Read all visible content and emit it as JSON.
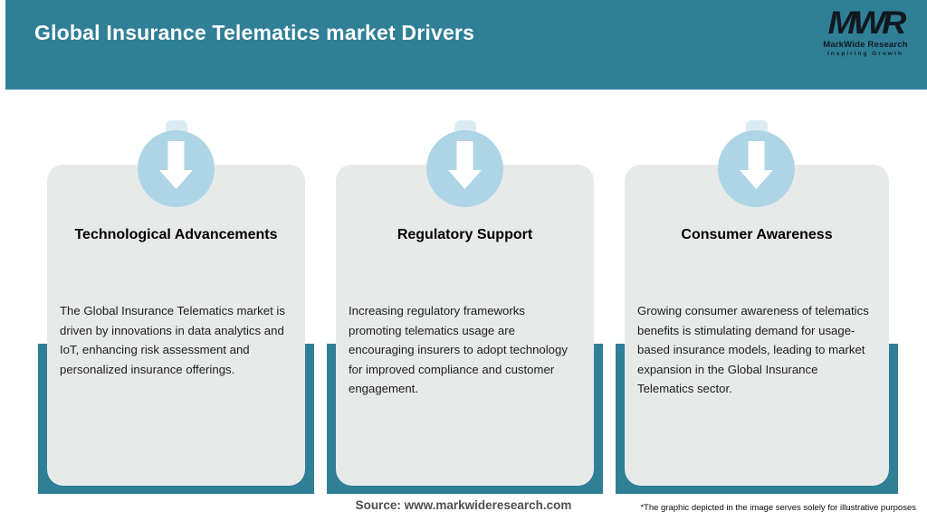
{
  "header": {
    "title": "Global Insurance Telematics market Drivers",
    "logo": {
      "monogram": "MWR",
      "name": "MarkWide Research",
      "tagline": "Inspiring Growth"
    }
  },
  "cards": [
    {
      "icon": "arrow-down-icon",
      "title": "Technological Advancements",
      "description": "The Global Insurance Telematics market is driven by innovations in data analytics and IoT, enhancing risk assessment and personalized insurance offerings."
    },
    {
      "icon": "arrow-down-icon",
      "title": "Regulatory Support",
      "description": "Increasing regulatory frameworks promoting telematics usage are encouraging insurers to adopt technology for improved compliance and customer engagement."
    },
    {
      "icon": "arrow-down-icon",
      "title": "Consumer Awareness",
      "description": "Growing consumer awareness of telematics benefits is stimulating demand for usage-based insurance models, leading to market expansion in the Global Insurance Telematics sector."
    }
  ],
  "footer": {
    "source": "Source: www.markwideresearch.com",
    "disclaimer": "*The graphic depicted in the image serves solely for illustrative purposes"
  },
  "colors": {
    "teal": "#2f7f96",
    "light_blue": "#aed5e5",
    "card_bg": "#e8eaea",
    "title_text": "#ffffff",
    "body_text": "#1c1c1c"
  }
}
